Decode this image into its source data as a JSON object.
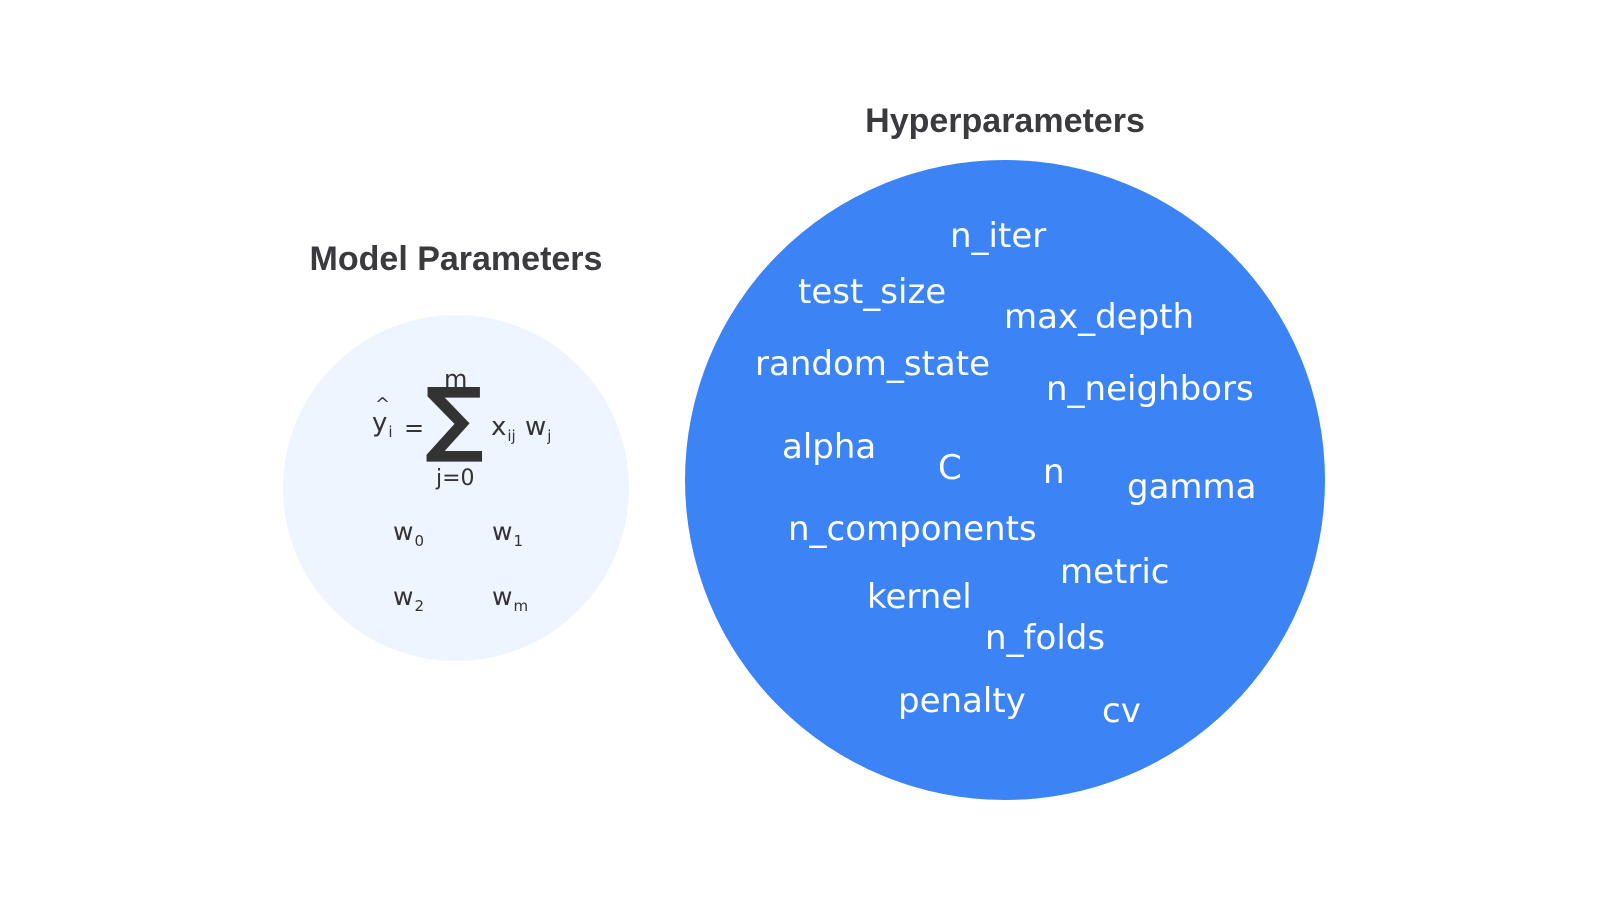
{
  "model": {
    "title": "Model Parameters",
    "formula": {
      "lhs": "y",
      "lhs_hat": "^",
      "lhs_sub": "i",
      "equals": "=",
      "sigma": "∑",
      "upper": "m",
      "lower": "j=0",
      "term1": "x",
      "term1_sub": "ij",
      "term2": "w",
      "term2_sub": "j"
    },
    "weights": [
      {
        "base": "w",
        "sub": "0"
      },
      {
        "base": "w",
        "sub": "1"
      },
      {
        "base": "w",
        "sub": "2"
      },
      {
        "base": "w",
        "sub": "m"
      }
    ]
  },
  "hyper": {
    "title": "Hyperparameters",
    "items": [
      "n_iter",
      "test_size",
      "max_depth",
      "random_state",
      "n_neighbors",
      "alpha",
      "C",
      "n",
      "gamma",
      "n_components",
      "metric",
      "kernel",
      "n_folds",
      "penalty",
      "cv"
    ]
  },
  "colors": {
    "model_circle": "#eef5fe",
    "hyper_circle": "#3c83f5",
    "heading": "#3a3a3f",
    "hyper_text": "#ffffff"
  }
}
